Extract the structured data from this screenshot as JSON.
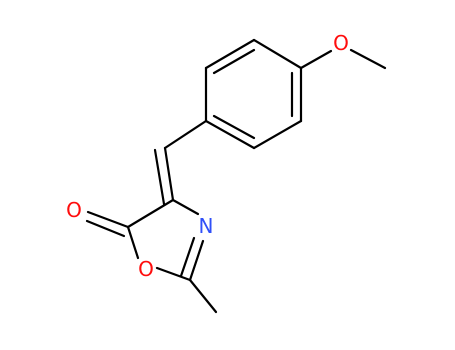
{
  "molecule": {
    "atoms": {
      "methoxy_oxygen": {
        "symbol": "O",
        "color": "#ff0d0d"
      },
      "carbonyl_oxygen": {
        "symbol": "O",
        "color": "#ff0d0d"
      },
      "ring_nitrogen": {
        "symbol": "N",
        "color": "#3050f8"
      },
      "ring_oxygen": {
        "symbol": "O",
        "color": "#ff0d0d"
      }
    },
    "bond_color": "#000000"
  }
}
